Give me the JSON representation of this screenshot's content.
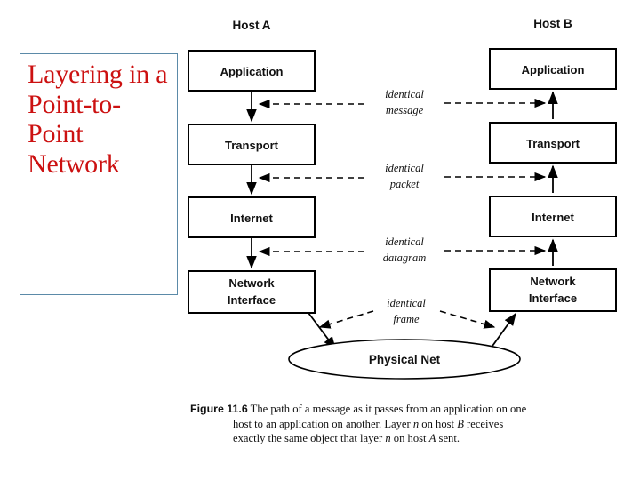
{
  "slide": {
    "title_text": "Layering in a Point-to-Point Network",
    "title_color": "#CC1111",
    "title_border_color": "#5b8aa8",
    "background": "#ffffff"
  },
  "figure": {
    "hosts": [
      {
        "id": "host-a",
        "label": "Host A"
      },
      {
        "id": "host-b",
        "label": "Host B"
      }
    ],
    "layers_host_a": [
      {
        "label": "Application"
      },
      {
        "label": "Transport"
      },
      {
        "label": "Internet"
      },
      {
        "label": "Network",
        "label2": "Interface"
      }
    ],
    "layers_host_b": [
      {
        "label": "Application"
      },
      {
        "label": "Transport"
      },
      {
        "label": "Internet"
      },
      {
        "label": "Network",
        "label2": "Interface"
      }
    ],
    "center_labels": [
      {
        "line1": "identical",
        "line2": "message"
      },
      {
        "line1": "identical",
        "line2": "packet"
      },
      {
        "line1": "identical",
        "line2": "datagram"
      },
      {
        "line1": "identical",
        "line2": "frame"
      }
    ],
    "physical_net": {
      "label": "Physical Net"
    }
  },
  "caption": {
    "figure_number": "Figure 11.6",
    "line1": "The path of a message as it passes from an application on one",
    "line2_a": "host to an application on another.  Layer ",
    "line2_n": "n",
    "line2_b": " on host ",
    "line2_hostb": "B",
    "line2_c": " receives",
    "line3_a": "exactly the same object that layer ",
    "line3_n": "n",
    "line3_b": " on host ",
    "line3_hosta": "A",
    "line3_c": " sent."
  }
}
